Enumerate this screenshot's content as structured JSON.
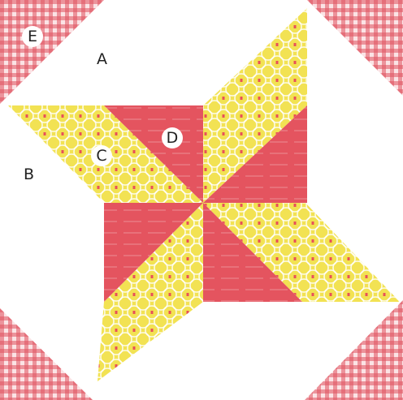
{
  "labels": {
    "e": "E",
    "a": "A",
    "b": "B",
    "c": "C",
    "d": "D"
  },
  "colors": {
    "background": "#ffffff",
    "gingham": "#e0525e",
    "pink": "#e4545f",
    "yellow": "#f0e050",
    "print_mark": "#e8505a"
  }
}
